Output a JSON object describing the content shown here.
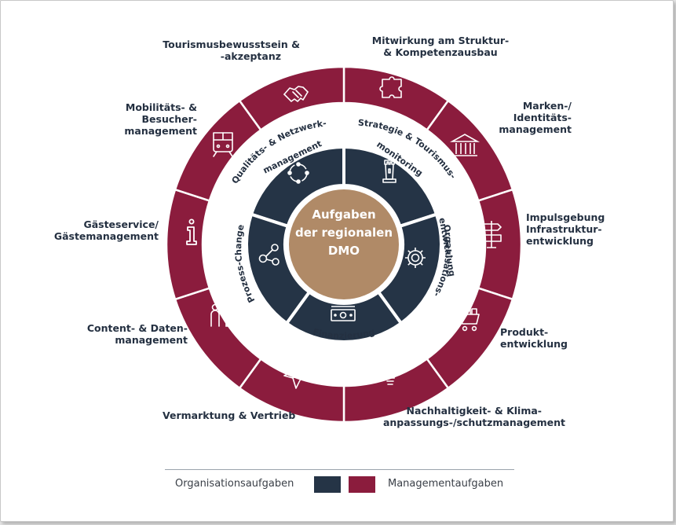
{
  "center": {
    "line1": "Aufgaben",
    "line2": "der regionalen",
    "line3": "DMO"
  },
  "inner_segments": [
    {
      "label": "Qualitäts- & Netzwerkmanagement",
      "icon": "cycle-arrows-icon"
    },
    {
      "label": "Strategie & Tourismusmonitoring",
      "icon": "tower-icon"
    },
    {
      "label": "Organisationsentwicklung",
      "icon": "gear-icon"
    },
    {
      "label": "Finanzierung",
      "icon": "banknote-icon"
    },
    {
      "label": "Prozess-Change",
      "icon": "network-nodes-icon"
    }
  ],
  "inner_ring_text": {
    "quali1": "Qualitäts- & Netzwerk-",
    "quali2": "management",
    "strat1": "Strategie & Tourismus-",
    "strat2": "monitoring",
    "orga1": "Organisations-",
    "orga2": "entwicklung",
    "fin": "Finanzierung",
    "proz": "Prozess-Change"
  },
  "outer_segments": {
    "mitwirkung": {
      "line1": "Mitwirkung am Struktur-",
      "line2": "& Kompetenzausbau",
      "icon": "puzzle-icon"
    },
    "marken": {
      "line1": "Marken-/",
      "line2": "Identitäts-",
      "line3": "management",
      "icon": "building-columns-icon"
    },
    "impuls": {
      "line1": "Impulsgebung",
      "line2": "Infrastruktur-",
      "line3": "entwicklung",
      "icon": "signpost-icon"
    },
    "produkt": {
      "line1": "Produkt-",
      "line2": "entwicklung",
      "icon": "shopping-cart-icon"
    },
    "nachhaltigkeit": {
      "line1": "Nachhaltigkeit- & Klima-",
      "line2": "anpassungs-/schutzmanagement",
      "icon": "lightbulb-icon"
    },
    "vermarktung": {
      "line1": "Vermarktung & Vertrieb",
      "icon": "paper-plane-icon"
    },
    "content": {
      "line1": "Content- & Daten-",
      "line2": "management",
      "icon": "people-idea-icon"
    },
    "gaesteservice": {
      "line1": "Gästeservice/",
      "line2": "Gästemanagement",
      "icon": "info-icon"
    },
    "mobilitaet": {
      "line1": "Mobilitäts- &",
      "line2": "Besucher-",
      "line3": "management",
      "icon": "train-icon"
    },
    "tourismus": {
      "line1": "Tourismusbewusstsein &",
      "line2": "-akzeptanz",
      "icon": "handshake-icon"
    }
  },
  "legend": {
    "org_label": "Organisationsaufgaben",
    "mgmt_label": "Managementaufgaben",
    "org_color": "#253446",
    "mgmt_color": "#8b1c3d"
  },
  "colors": {
    "maroon": "#8b1c3d",
    "navy": "#253446",
    "bronze": "#b08a67",
    "text": "#243041"
  }
}
